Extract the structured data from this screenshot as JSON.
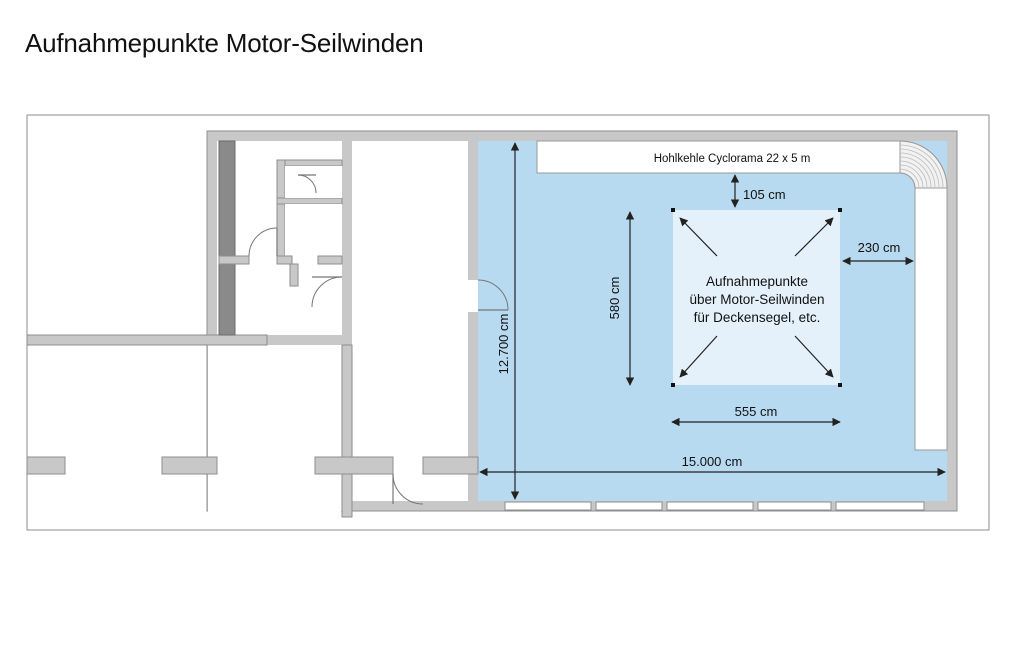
{
  "title": "Aufnahmepunkte Motor-Seilwinden",
  "plan": {
    "cyclorama_label": "Hohlkehle Cyclorama 22 x 5 m",
    "zone_label_lines": [
      "Aufnahmepunkte",
      "über Motor-Seilwinden",
      "für Deckensegel, etc."
    ],
    "dimensions": {
      "top_gap": "105 cm",
      "right_gap": "230 cm",
      "zone_height": "580 cm",
      "zone_width": "555 cm",
      "room_width": "15.000 cm",
      "room_height": "12.700 cm"
    },
    "colors": {
      "studio_fill": "#b8daf0",
      "zone_fill": "#e5f1fa",
      "wall_fill": "#c8c8c8"
    }
  }
}
